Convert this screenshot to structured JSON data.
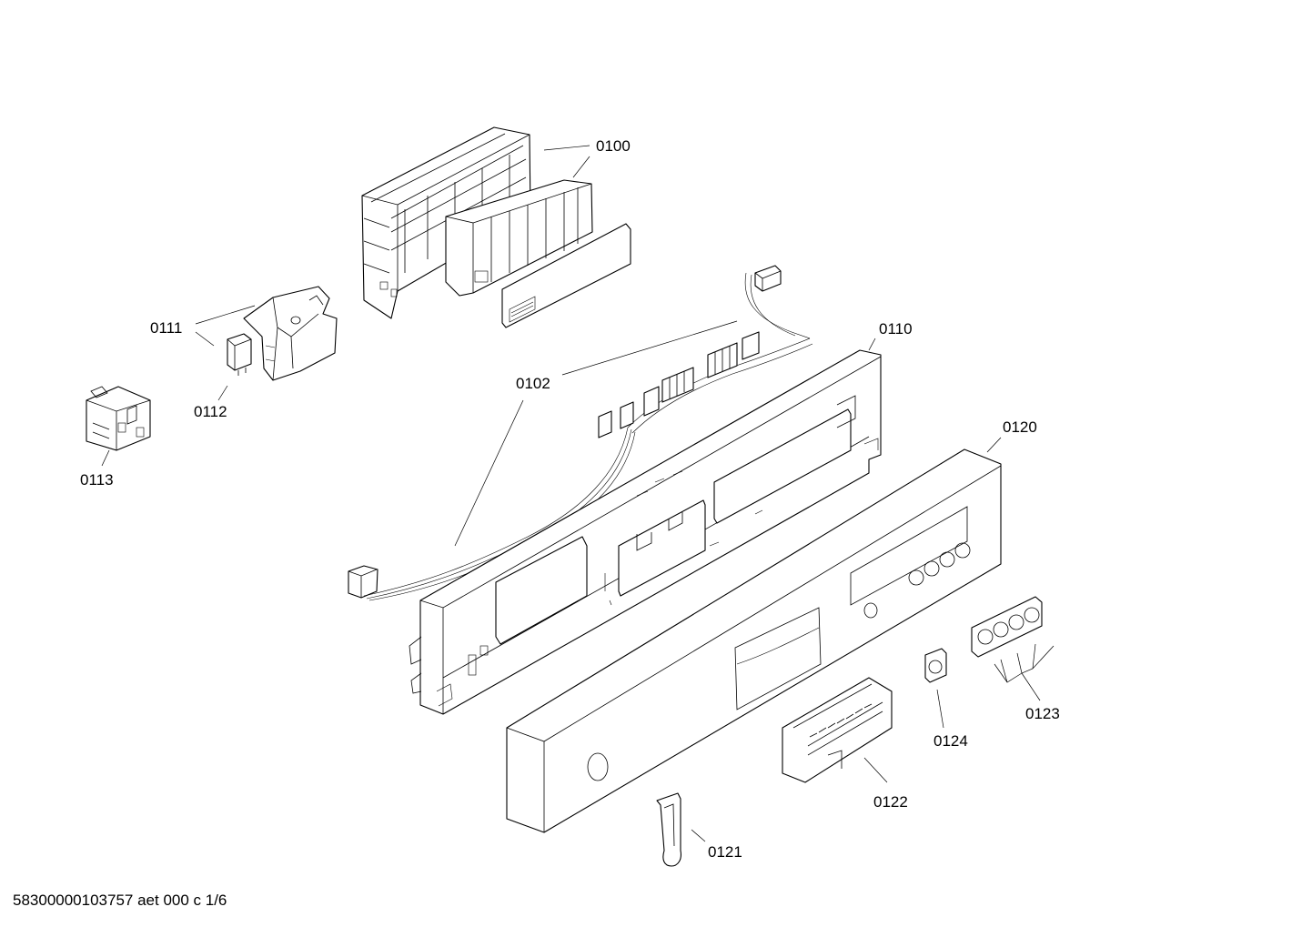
{
  "callouts": {
    "c0100": "0100",
    "c0102": "0102",
    "c0110": "0110",
    "c0111": "0111",
    "c0112": "0112",
    "c0113": "0113",
    "c0120": "0120",
    "c0121": "0121",
    "c0122": "0122",
    "c0123": "0123",
    "c0124": "0124"
  },
  "footer": {
    "document_id": "58300000103757 aet 000 c 1/6"
  }
}
